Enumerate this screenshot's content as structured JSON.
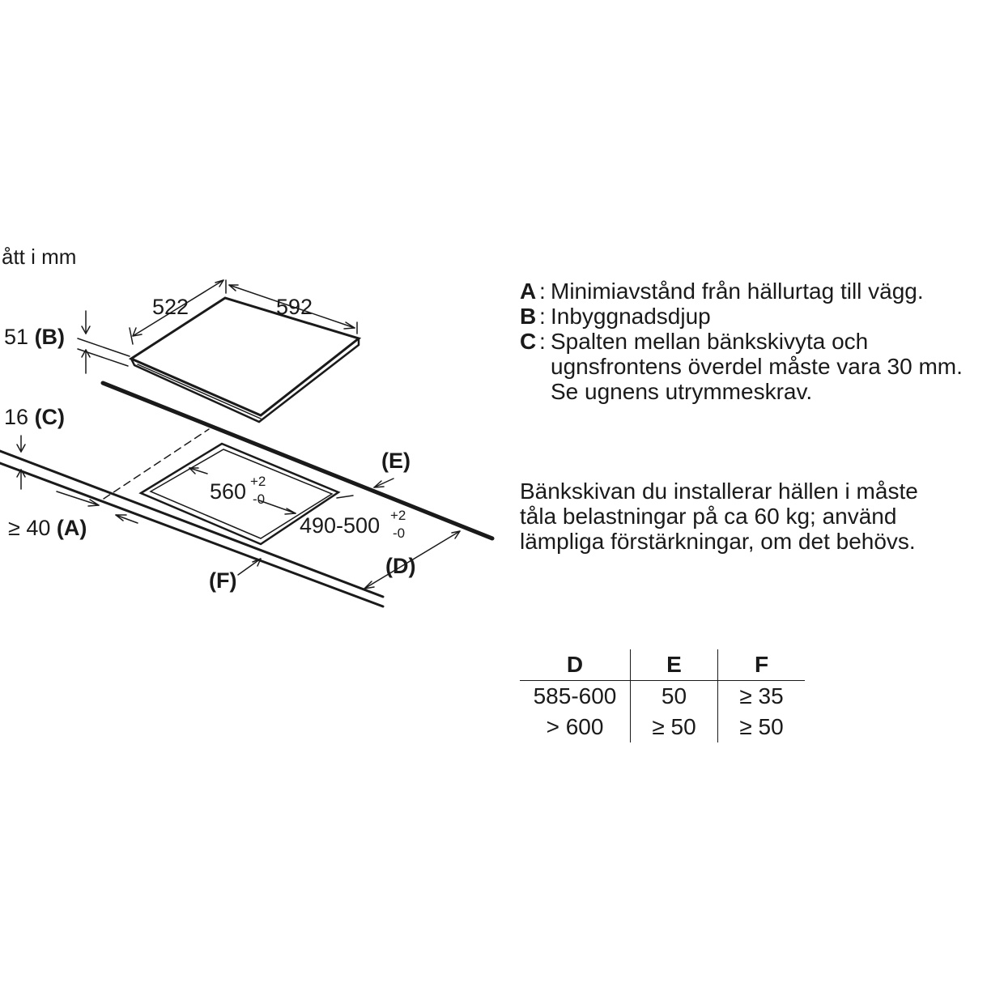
{
  "units_caption": "ått i mm",
  "dimensions": {
    "width": "592",
    "depth": "522",
    "install_depth": "51",
    "install_depth_key": "(B)",
    "gap": "16",
    "gap_key": "(C)",
    "wall_min": "≥ 40",
    "wall_min_key": "(A)",
    "cutout_width": "560",
    "cutout_width_tol_plus": "+2",
    "cutout_width_tol_minus": "-0",
    "cutout_depth": "490-500",
    "cutout_depth_tol_plus": "+2",
    "cutout_depth_tol_minus": "-0",
    "label_d": "(D)",
    "label_e": "(E)",
    "label_f": "(F)"
  },
  "legend": [
    {
      "key": "A",
      "lines": [
        "Minimiavstånd från hällurtag till vägg."
      ]
    },
    {
      "key": "B",
      "lines": [
        "Inbyggnadsdjup"
      ]
    },
    {
      "key": "C",
      "lines": [
        "Spalten mellan bänkskivyta och",
        "ugnsfrontens överdel måste vara 30 mm.",
        "Se ugnens utrymmeskrav."
      ]
    }
  ],
  "note_lines": [
    "Bänkskivan du installerar hällen i måste",
    "tåla belastningar på ca 60 kg; använd",
    "lämpliga förstärkningar, om det behövs."
  ],
  "table": {
    "headers": [
      "D",
      "E",
      "F"
    ],
    "rows": [
      [
        "585-600",
        "50",
        "≥ 35"
      ],
      [
        "> 600",
        "≥ 50",
        "≥ 50"
      ]
    ]
  }
}
